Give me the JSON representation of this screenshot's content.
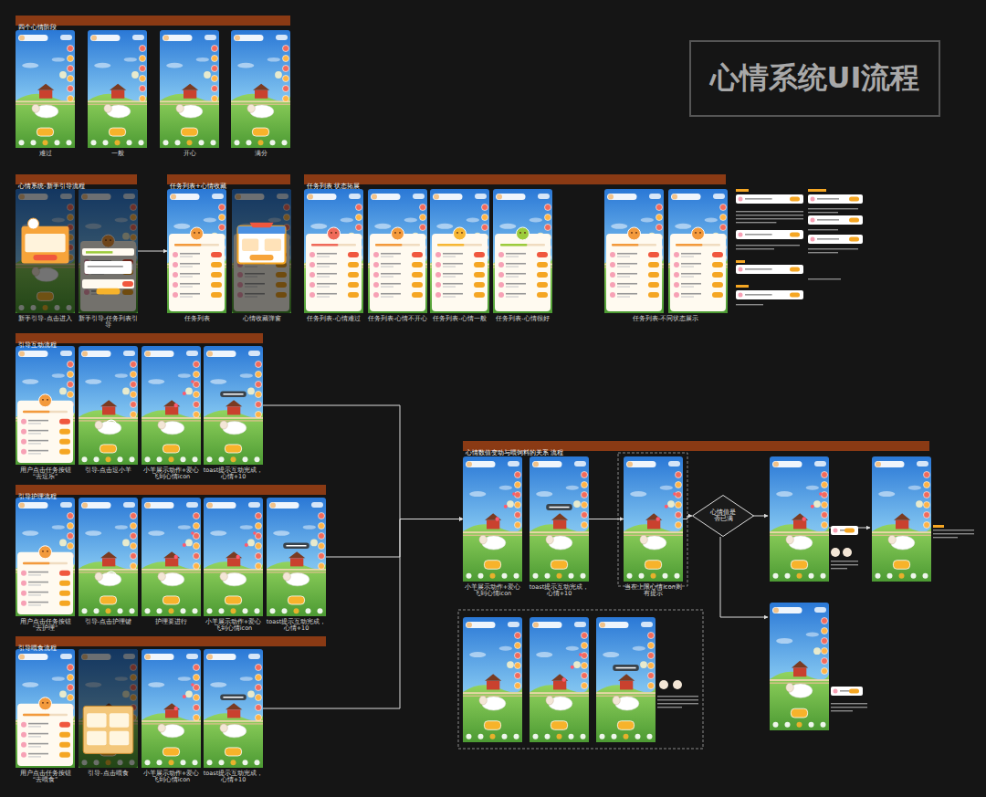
{
  "diagram": {
    "title": "心情系统UI流程",
    "nodes": [
      {
        "text": [
          "心情系统UI流程"
        ]
      },
      {
        "text": [
          "四个心情阶段"
        ]
      },
      {
        "text": [
          "难过"
        ]
      },
      {
        "text": [
          "一般"
        ]
      },
      {
        "text": [
          "开心"
        ]
      },
      {
        "text": [
          "满分"
        ]
      },
      {
        "text": [
          "心情系统-新手引导流程"
        ]
      },
      {
        "text": [
          "新手引导-点击进入"
        ]
      },
      {
        "text": [
          "新手引导-任务列表引导"
        ]
      },
      {
        "text": [
          "任务列表+心情收藏"
        ]
      },
      {
        "text": [
          "任务列表"
        ]
      },
      {
        "text": [
          "心情收藏弹窗"
        ]
      },
      {
        "text": [
          "任务列表 状态拓展"
        ]
      },
      {
        "text": [
          "任务列表-心情难过"
        ]
      },
      {
        "text": [
          "任务列表-心情不开心"
        ]
      },
      {
        "text": [
          "任务列表-心情一般"
        ]
      },
      {
        "text": [
          "任务列表-心情很好"
        ]
      },
      {
        "text": [
          "任务列表-不同状态展示"
        ]
      },
      {
        "text": [
          "引导互动流程"
        ]
      },
      {
        "text": [
          "用户点击任务按钮“去逗乐”"
        ]
      },
      {
        "text": [
          "引导-点击逗小羊"
        ]
      },
      {
        "text": [
          "小羊展示动作+爱心飞到心情icon"
        ]
      },
      {
        "text": [
          "toast提示互动完成，心情+10"
        ]
      },
      {
        "text": [
          "引导护理流程"
        ]
      },
      {
        "text": [
          "用户点击任务按钮“去护理”"
        ]
      },
      {
        "text": [
          "引导-点击护理键"
        ]
      },
      {
        "text": [
          "护理要进行"
        ]
      },
      {
        "text": [
          "小羊展示动作+爱心飞到心情icon"
        ]
      },
      {
        "text": [
          "toast提示互动完成，心情+10"
        ]
      },
      {
        "text": [
          "引导喂食流程"
        ]
      },
      {
        "text": [
          "用户点击任务按钮“去喂食”"
        ]
      },
      {
        "text": [
          "引导-点击喂食"
        ]
      },
      {
        "text": [
          "小羊展示动作+爱心飞到心情icon"
        ]
      },
      {
        "text": [
          "toast提示互动完成，心情+10"
        ]
      },
      {
        "text": [
          "心情数值变动与喂饲料的关系 流程"
        ]
      },
      {
        "text": [
          "小羊展示动作+爱心飞到心情icon"
        ]
      },
      {
        "text": [
          "toast提示互动完成，心情+10"
        ]
      },
      {
        "text": [
          "当在上限心情icon则有提示"
        ]
      },
      {
        "text": [
          "心情值是否已满"
        ]
      }
    ],
    "edges": [
      {
        "from": 8,
        "to": 10,
        "arrow": "to"
      },
      {
        "from": 22,
        "to": 35,
        "arrow": "to"
      },
      {
        "from": 28,
        "to": 35,
        "arrow": "to"
      },
      {
        "from": 33,
        "to": 35,
        "arrow": "to"
      },
      {
        "from": 36,
        "to": 37,
        "arrow": "to"
      },
      {
        "from": 37,
        "to": 38,
        "arrow": "to"
      }
    ]
  }
}
